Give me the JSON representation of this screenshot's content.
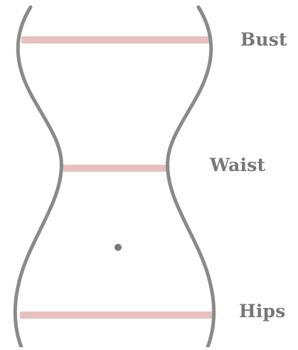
{
  "measurements": [
    {
      "key": "bust",
      "label": "Bust"
    },
    {
      "key": "waist",
      "label": "Waist"
    },
    {
      "key": "hips",
      "label": "Hips"
    }
  ],
  "colors": {
    "outline": "#8a8a8a",
    "measure_line": "#e7c0c0",
    "label_text": "#777777",
    "navel_dot": "#7a7a7a"
  }
}
